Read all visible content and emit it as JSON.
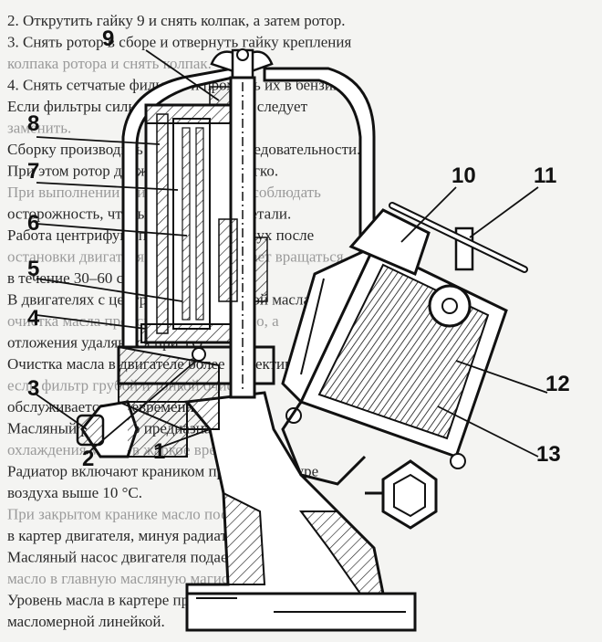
{
  "background_text": [
    "2. Открутить гайку 9 и снять колпак, а затем ротор.",
    "3. Снять ротор в сборе и отвернуть гайку крепления",
    "колпака ротора и снять колпак.",
    "4. Снять сетчатые фильтры и промыть их в бензине.",
    "Если фильтры сильно загрязнены, их следует",
    "заменить.",
    "Сборку производить в обратной последовательности.",
    "При этом ротор должен вращаться легко.",
    "При выполнении этих работ следует соблюдать",
    "осторожность, чтобы не повредить детали.",
    "Работа центрифуги проверяется на слух после",
    "остановки двигателя: ротор продолжает вращаться",
    "в течение 30–60 с.",
    "В двигателях с центробежной очисткой масла",
    "очистка масла происходит непрерывно, а",
    "отложения удаляются при ТО.",
    "Очистка масла в двигателе более эффективна,",
    "если фильтр грубой и тонкой очистки",
    "обслуживается своевременно.",
    "Масляный радиатор предназначен для",
    "охлаждения масла в жаркое время года.",
    "Радиатор включают краником при температуре",
    "воздуха выше 10 °С.",
    "При закрытом кранике масло поступает",
    "в картер двигателя, минуя радиатор.",
    "Масляный насос двигателя подает",
    "масло в главную масляную магистраль.",
    "Уровень масла в картере проверяют",
    "масломерной линейкой."
  ],
  "labels": {
    "l1": "1",
    "l2": "2",
    "l3": "3",
    "l4": "4",
    "l5": "5",
    "l6": "6",
    "l7": "7",
    "l8": "8",
    "l9": "9",
    "l10": "10",
    "l11": "11",
    "l12": "12",
    "l13": "13"
  }
}
